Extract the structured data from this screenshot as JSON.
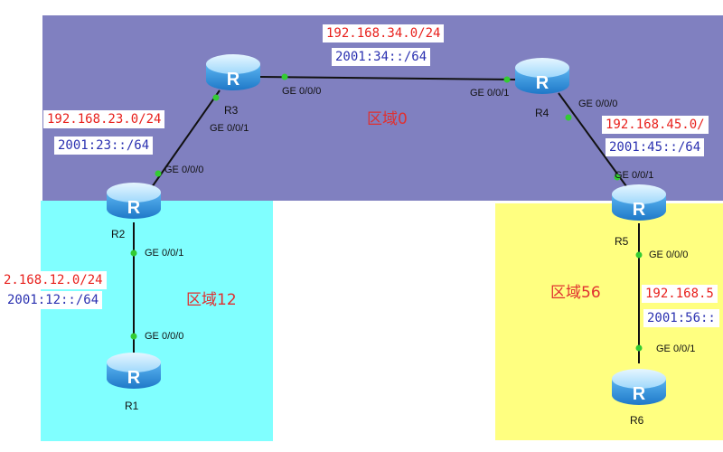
{
  "colors": {
    "area0_bg": "#8080c0",
    "area12_bg": "#80ffff",
    "area56_bg": "#ffff80",
    "link": "#111111",
    "port_dot": "#33cc33",
    "ipv4_text": "#e8201c",
    "ipv6_text": "#2a30b0",
    "area_label": "#e03030",
    "router_top": "#b8e6ff",
    "router_body": "#3a9ee0"
  },
  "areas": {
    "area0": {
      "label": "区域0"
    },
    "area12": {
      "label": "区域12"
    },
    "area56": {
      "label": "区域56"
    }
  },
  "routers": {
    "r1": {
      "name": "R1",
      "icon": "router-icon",
      "glyph": "R"
    },
    "r2": {
      "name": "R2",
      "icon": "router-icon",
      "glyph": "R"
    },
    "r3": {
      "name": "R3",
      "icon": "router-icon",
      "glyph": "R"
    },
    "r4": {
      "name": "R4",
      "icon": "router-icon",
      "glyph": "R"
    },
    "r5": {
      "name": "R5",
      "icon": "router-icon",
      "glyph": "R"
    },
    "r6": {
      "name": "R6",
      "icon": "router-icon",
      "glyph": "R"
    }
  },
  "links": {
    "r3_r4": {
      "ipv4": "192.168.34.0/24",
      "ipv6": "2001:34::/64",
      "port_a": "GE 0/0/0",
      "port_b": "GE 0/0/1"
    },
    "r2_r3": {
      "ipv4": "192.168.23.0/24",
      "ipv6": "2001:23::/64",
      "port_a": "GE 0/0/0",
      "port_b": "GE 0/0/1"
    },
    "r4_r5": {
      "ipv4": "192.168.45.0/",
      "ipv6": "2001:45::/64",
      "port_a": "GE 0/0/0",
      "port_b": "GE 0/0/1"
    },
    "r1_r2": {
      "ipv4": "2.168.12.0/24",
      "ipv6": "2001:12::/64",
      "port_a": "GE 0/0/1",
      "port_b": "GE 0/0/0"
    },
    "r5_r6": {
      "ipv4": "192.168.5",
      "ipv6": "2001:56::",
      "port_a": "GE 0/0/0",
      "port_b": "GE 0/0/1"
    }
  }
}
